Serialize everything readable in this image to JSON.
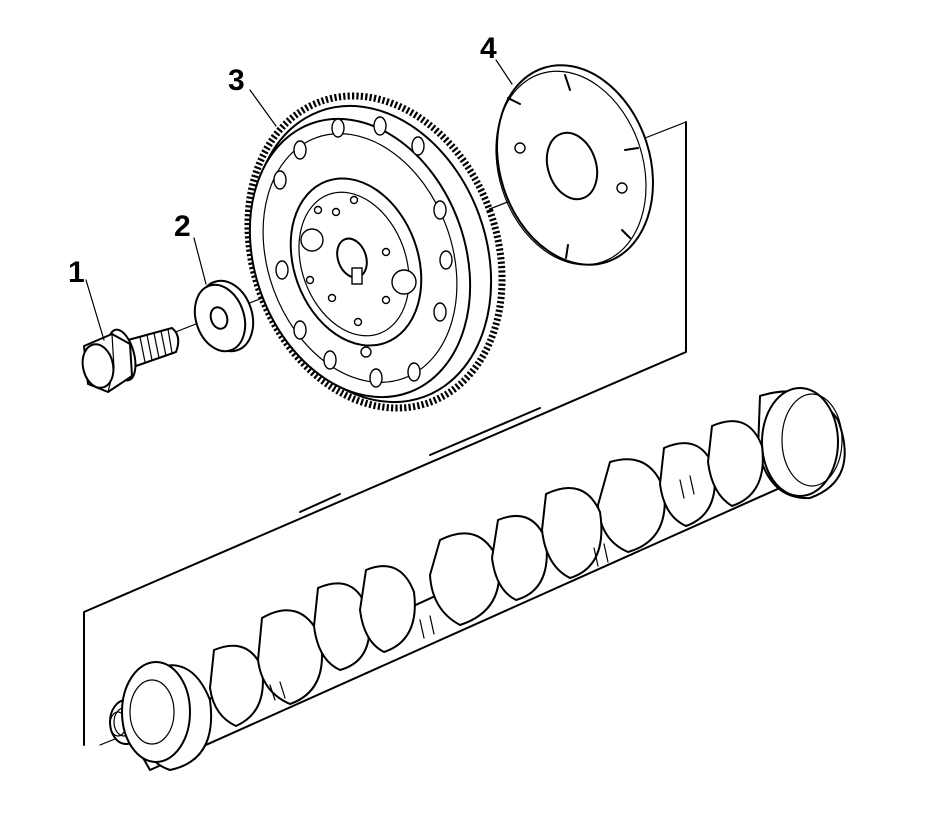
{
  "callouts": [
    {
      "id": "1",
      "text": "1"
    },
    {
      "id": "2",
      "text": "2"
    },
    {
      "id": "3",
      "text": "3"
    },
    {
      "id": "4",
      "text": "4"
    }
  ],
  "parts": [
    {
      "callout": "1",
      "name": "bolt"
    },
    {
      "callout": "2",
      "name": "washer"
    },
    {
      "callout": "3",
      "name": "camshaft-sprocket"
    },
    {
      "callout": "4",
      "name": "reluctor-wheel"
    }
  ]
}
